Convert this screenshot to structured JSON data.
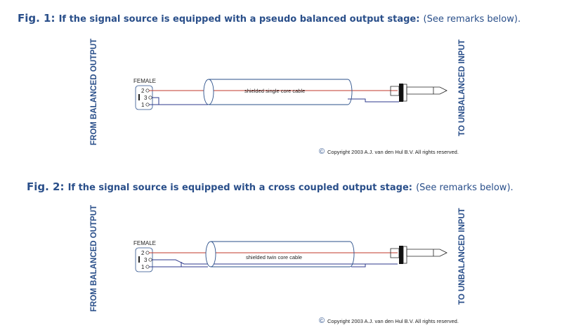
{
  "colors": {
    "title": "#2a4f8a",
    "label": "#2a4f8a",
    "signal_wire": "#c0392b",
    "ground_wire": "#2e3a8c",
    "outline": "#2a4f8a"
  },
  "fig1": {
    "fig_label": "Fig. 1:",
    "question": "If the signal source is equipped with a pseudo balanced output stage:",
    "remarks": "(See remarks below).",
    "left_label": "FROM BALANCED OUTPUT",
    "right_label": "TO UNBALANCED INPUT",
    "connector_label": "FEMALE",
    "pins": [
      "2",
      "3",
      "1"
    ],
    "cable_label": "shielded single core cable",
    "copyright_symbol": "©",
    "copyright": "Copyright 2003 A.J. van den Hul B.V. All rights reserved."
  },
  "fig2": {
    "fig_label": "Fig. 2:",
    "question": "If the signal source is equipped with a cross coupled output stage:",
    "remarks": "(See remarks below).",
    "left_label": "FROM BALANCED OUTPUT",
    "right_label": "TO UNBALANCED INPUT",
    "connector_label": "FEMALE",
    "pins": [
      "2",
      "3",
      "1"
    ],
    "cable_label": "shielded twin core cable",
    "copyright_symbol": "©",
    "copyright": "Copyright 2003 A.J. van den Hul B.V. All rights reserved."
  }
}
